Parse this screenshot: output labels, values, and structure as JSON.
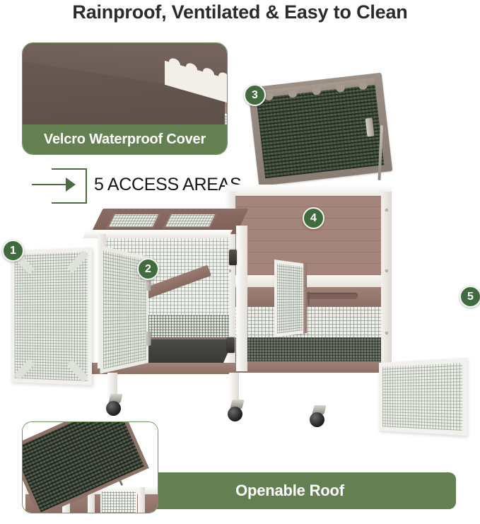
{
  "header": {
    "title": "Rainproof, Ventilated & Easy to Clean"
  },
  "insets": {
    "velcro": {
      "label": "Velcro Waterproof Cover",
      "icon_name": "waterproof-cover-photo"
    },
    "openable_roof": {
      "label": "Openable Roof",
      "icon_name": "openable-roof-photo"
    }
  },
  "access": {
    "icon_name": "arrow-into-box-icon",
    "label": "5 ACCESS AREAS"
  },
  "badges": [
    {
      "number": "1",
      "name": "access-area-1-front-run-door"
    },
    {
      "number": "2",
      "name": "access-area-2-side-run-door"
    },
    {
      "number": "3",
      "name": "access-area-3-openable-roof"
    },
    {
      "number": "4",
      "name": "access-area-4-hutch-door"
    },
    {
      "number": "5",
      "name": "access-area-5-side-hutch-door"
    }
  ],
  "colors": {
    "brand_green": "#648052",
    "badge_green": "#3f6b3f",
    "outline_green": "#6f9463",
    "arrow_green": "#4d6b3e",
    "title_text": "#2b2b2b",
    "wood_brown": "#9d7c72",
    "frame_white": "#f6f5f1",
    "roof_dark": "#3d4a38",
    "tray_dark": "#35352f"
  }
}
